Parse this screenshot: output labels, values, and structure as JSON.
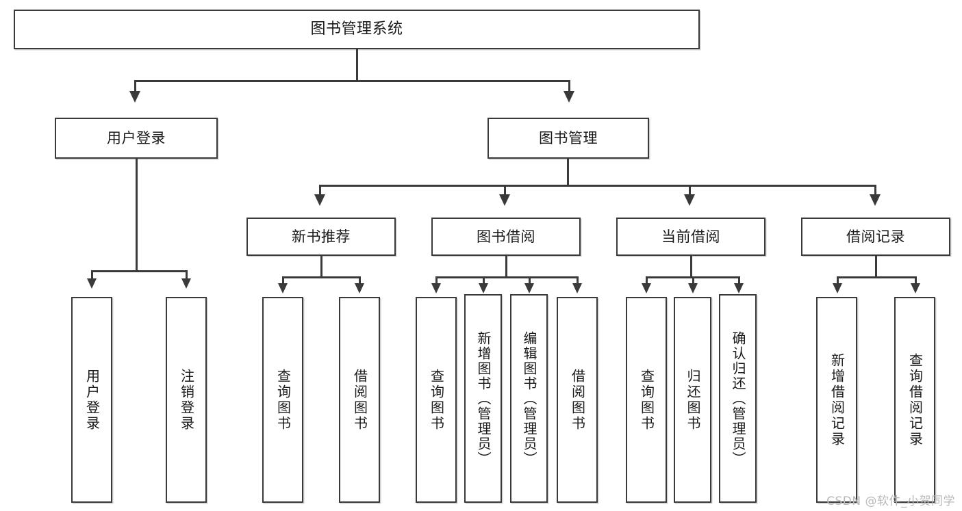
{
  "diagram": {
    "title": "图书管理系统",
    "type": "tree",
    "watermark": "CSDN @软件_小贺同学",
    "root": {
      "label": "图书管理系统"
    },
    "level2": [
      {
        "label": "用户登录"
      },
      {
        "label": "图书管理"
      }
    ],
    "level3": [
      {
        "label": "新书推荐"
      },
      {
        "label": "图书借阅"
      },
      {
        "label": "当前借阅"
      },
      {
        "label": "借阅记录"
      }
    ],
    "leaves": {
      "user_login": [
        {
          "label": "用户登录"
        },
        {
          "label": "注销登录"
        }
      ],
      "new_book_recommend": [
        {
          "label": "查询图书"
        },
        {
          "label": "借阅图书"
        }
      ],
      "book_borrow": [
        {
          "label": "查询图书"
        },
        {
          "label": "新增图书（管理员）"
        },
        {
          "label": "编辑图书（管理员）"
        },
        {
          "label": "借阅图书"
        }
      ],
      "current_borrow": [
        {
          "label": "查询图书"
        },
        {
          "label": "归还图书"
        },
        {
          "label": "确认归还（管理员）"
        }
      ],
      "borrow_record": [
        {
          "label": "新增借阅记录"
        },
        {
          "label": "查询借阅记录"
        }
      ]
    }
  },
  "colors": {
    "stroke": "#3a3a3a",
    "fill": "#ffffff",
    "text": "#1a1a1a",
    "watermark": "#b9b9b9"
  }
}
